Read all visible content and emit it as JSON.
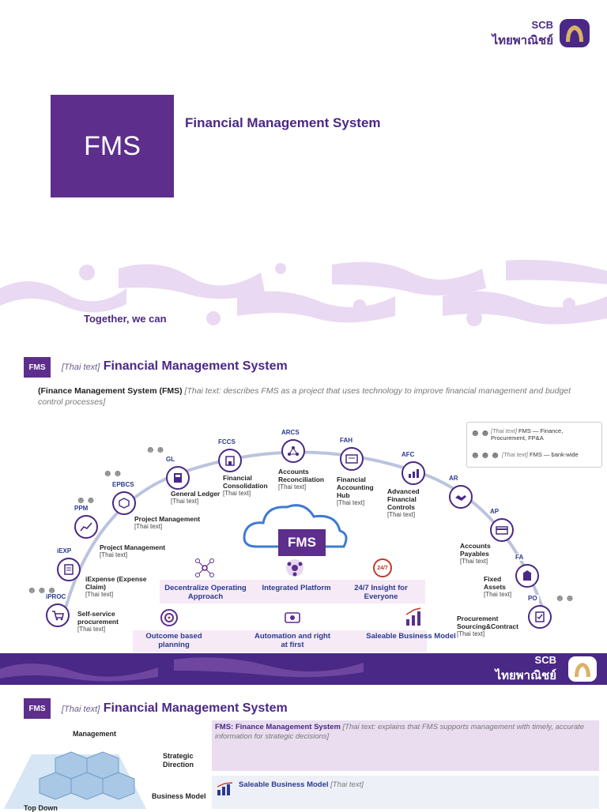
{
  "logo": {
    "en": "SCB",
    "th": "ไทยพาณิชย์"
  },
  "cover": {
    "tile": "FMS",
    "title": "Financial Management System",
    "tagline": "Together, we can"
  },
  "slide2": {
    "badge": "FMS",
    "title": "Financial Management System",
    "title_lang_note": "[Thai text]",
    "intro_start": "(Finance Management System (FMS)",
    "intro_lang_note": "[Thai text: describes FMS as a project that uses technology to improve financial management and budget control processes]",
    "legend": [
      {
        "text": "FMS — Finance, Procurement, FP&A",
        "note": "[Thai text]"
      },
      {
        "text": "FMS — bank-wide",
        "note": "[Thai text]"
      }
    ],
    "center": "FMS",
    "nodes": [
      {
        "code": "iPROC",
        "name": "Self-service procurement",
        "sub": "[Thai text]"
      },
      {
        "code": "iEXP",
        "name": "iExpense (Expense Claim)",
        "sub": "[Thai text]"
      },
      {
        "code": "PPM",
        "name": "Project Management",
        "sub": "[Thai text]"
      },
      {
        "code": "EPBCS",
        "name": "Project Management",
        "sub": "[Thai text]"
      },
      {
        "code": "GL",
        "name": "General Ledger",
        "sub": "[Thai text]"
      },
      {
        "code": "FCCS",
        "name": "Financial Consolidation",
        "sub": "[Thai text]"
      },
      {
        "code": "ARCS",
        "name": "Accounts Reconciliation",
        "sub": "[Thai text]"
      },
      {
        "code": "FAH",
        "name": "Financial Accounting Hub",
        "sub": "[Thai text]"
      },
      {
        "code": "AFC",
        "name": "Advanced Financial Controls",
        "sub": "[Thai text]"
      },
      {
        "code": "AR",
        "name": "",
        "sub": ""
      },
      {
        "code": "AP",
        "name": "Accounts Payables",
        "sub": "[Thai text]"
      },
      {
        "code": "FA",
        "name": "Fixed Assets",
        "sub": "[Thai text]"
      },
      {
        "code": "PO",
        "name": "Procurement Sourcing&Contract",
        "sub": "[Thai text]"
      }
    ],
    "benefits_row1": [
      "Decentralize Operating Approach",
      "Integrated Platform",
      "24/7 Insight for Everyone"
    ],
    "benefits_row2": [
      "Outcome based planning",
      "Automation and right at first",
      "Saleable Business Model"
    ],
    "icon_247": "24/7"
  },
  "slide3": {
    "badge": "FMS",
    "title": "Financial Management System",
    "title_lang_note": "[Thai text]",
    "pyramid_labels": [
      "Management",
      "Strategic Direction",
      "Business Model",
      "Top Down"
    ],
    "para1_head": "FMS: Finance Management System",
    "para1_lang_note": "[Thai text: explains that FMS supports management with timely, accurate information for strategic decisions]",
    "para2_head": "Saleable Business Model",
    "para2_lang_note": "[Thai text]"
  },
  "colors": {
    "brand": "#4a2885",
    "tile": "#5d2e8c",
    "navy": "#2b3a8e",
    "band": "#ead9f2"
  }
}
